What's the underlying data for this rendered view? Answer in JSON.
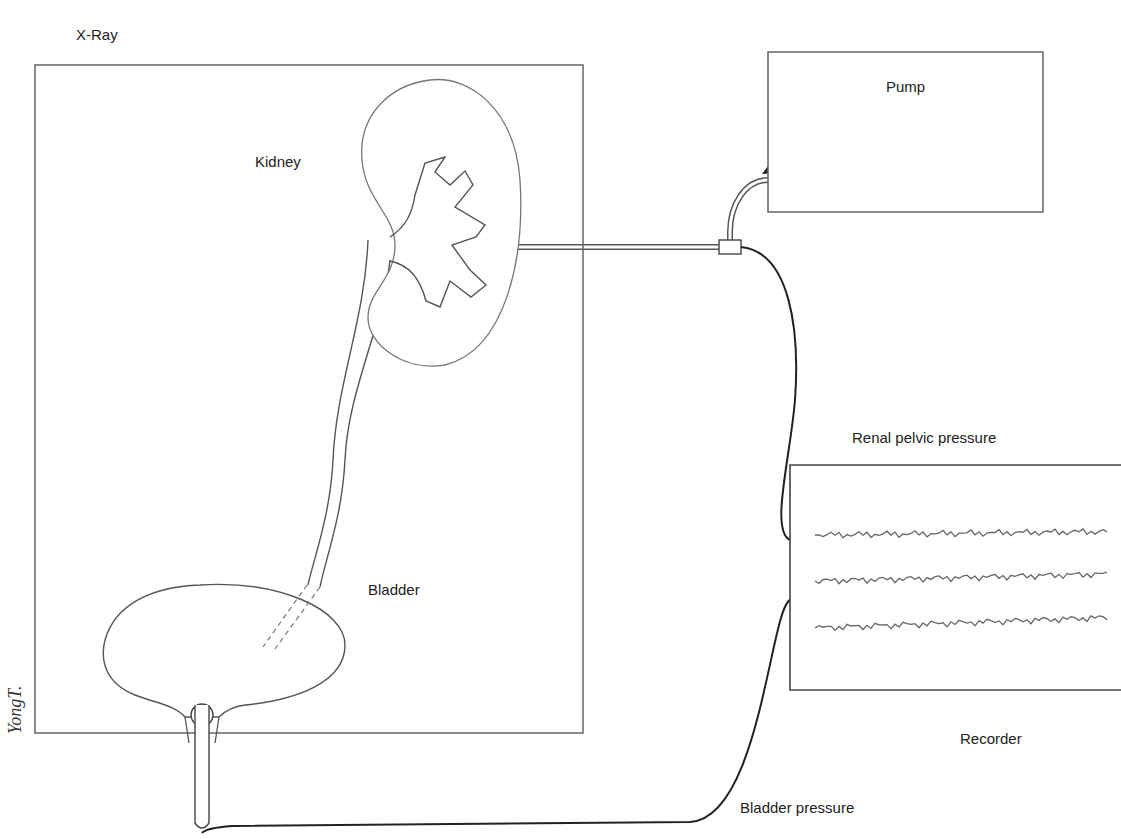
{
  "diagram": {
    "nodes": [
      {
        "text": [
          "X-Ray"
        ]
      },
      {
        "text": [
          "Kidney"
        ],
        "in": 0
      },
      {
        "text": [
          "Bladder"
        ],
        "in": 0
      },
      {
        "text": [
          "Pump"
        ]
      },
      {
        "text": [
          "Recorder"
        ]
      }
    ],
    "edges": [
      {
        "from": 1,
        "to": 2,
        "arrow": "none"
      },
      {
        "from": 3,
        "to": 1,
        "arrow": "none"
      },
      {
        "from": 1,
        "to": 4,
        "label": "Renal pelvic pressure",
        "arrow": "none"
      },
      {
        "from": 2,
        "to": 4,
        "label": "Bladder pressure",
        "arrow": "none"
      }
    ],
    "labels": [
      "YongT."
    ]
  }
}
